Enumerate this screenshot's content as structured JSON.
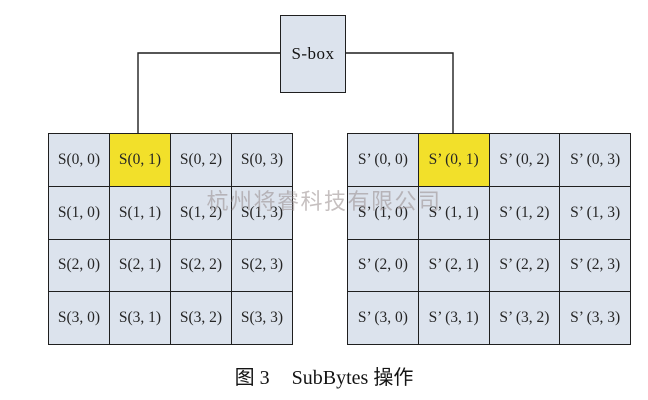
{
  "sbox": {
    "label": "S-box"
  },
  "left_grid": {
    "rows": [
      [
        "S(0, 0)",
        "S(0, 1)",
        "S(0, 2)",
        "S(0, 3)"
      ],
      [
        "S(1, 0)",
        "S(1, 1)",
        "S(1, 2)",
        "S(1, 3)"
      ],
      [
        "S(2, 0)",
        "S(2, 1)",
        "S(2, 2)",
        "S(2, 3)"
      ],
      [
        "S(3, 0)",
        "S(3, 1)",
        "S(3, 2)",
        "S(3, 3)"
      ]
    ],
    "highlight": {
      "row": 0,
      "col": 1
    }
  },
  "right_grid": {
    "rows": [
      [
        "S’ (0, 0)",
        "S’ (0, 1)",
        "S’ (0, 2)",
        "S’ (0, 3)"
      ],
      [
        "S’ (1, 0)",
        "S’ (1, 1)",
        "S’ (1, 2)",
        "S’ (1, 3)"
      ],
      [
        "S’ (2, 0)",
        "S’ (2, 1)",
        "S’ (2, 2)",
        "S’ (2, 3)"
      ],
      [
        "S’ (3, 0)",
        "S’ (3, 1)",
        "S’ (3, 2)",
        "S’ (3, 3)"
      ]
    ],
    "highlight": {
      "row": 0,
      "col": 1
    }
  },
  "watermark": {
    "text": "杭州将睿科技有限公司"
  },
  "caption": {
    "figure": "图 3",
    "title": "SubBytes 操作"
  },
  "colors": {
    "cell_bg": "#dce3ed",
    "highlight_bg": "#f2e02a",
    "border": "#1f1f1f",
    "watermark": "#988d8d"
  }
}
